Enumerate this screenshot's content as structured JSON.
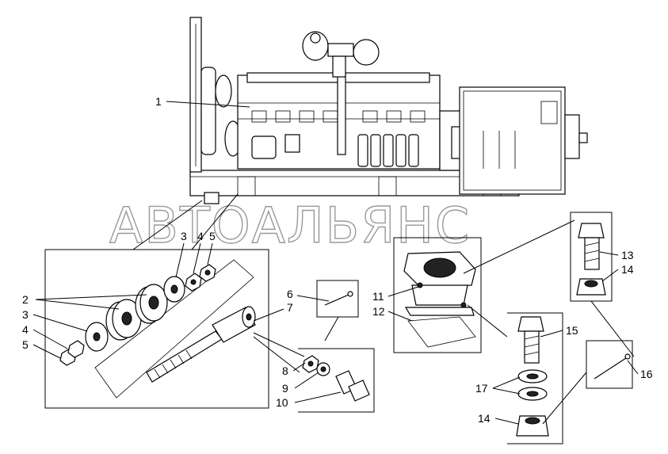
{
  "watermark": "АВТОАЛЬЯНС",
  "callouts": {
    "engine": "1",
    "pulley_block": "2",
    "washer_left": "3",
    "washer_right": "3",
    "lockwasher_left": "4",
    "lockwasher_right": "4",
    "nut_left": "5",
    "nut_right": "5",
    "pin": "6",
    "bolt_rod": "7",
    "castle_nut": "8",
    "washer_small": "9",
    "bolt_small": "10",
    "flange": "11",
    "gasket": "12",
    "bolt_top": "13",
    "nut_top": "14",
    "bolt_mid": "15",
    "cotter_pin": "16",
    "washers_pair": "17",
    "nut_bottom": "14"
  }
}
